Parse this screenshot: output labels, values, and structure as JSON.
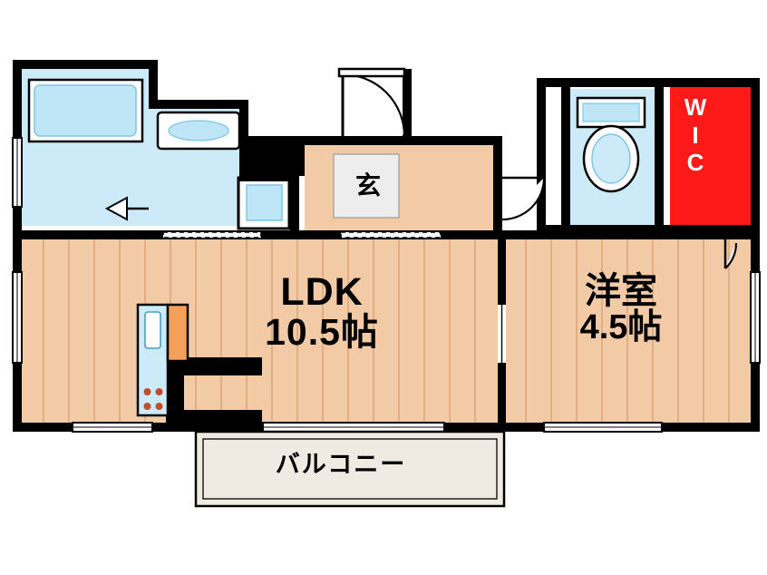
{
  "plan": {
    "title": "apartment-floor-plan",
    "rooms": [
      {
        "id": "ldk",
        "name_line1": "LDK",
        "name_line2": "10.5帖"
      },
      {
        "id": "washitsu",
        "name_line1": "洋室",
        "name_line2": "4.5帖"
      },
      {
        "id": "wic",
        "name": "W\nI\nC",
        "chars": [
          "W",
          "I",
          "C"
        ]
      },
      {
        "id": "genkan",
        "name": "玄"
      },
      {
        "id": "balcony",
        "name": "バルコニー"
      }
    ],
    "labels": {
      "ldk_line1": "LDK",
      "ldk_line2": "10.5帖",
      "washitsu_line1": "洋室",
      "washitsu_line2": "4.5帖",
      "wic_char1": "W",
      "wic_char2": "I",
      "wic_char3": "C",
      "genkan": "玄",
      "balcony": "バルコニー"
    },
    "colors": {
      "wall": "#000000",
      "flooring": "#f2cba6",
      "flooring_line": "#d7a173",
      "water_area": "#cceaf7",
      "wic_fill": "#ff1a1a",
      "genkan_tile": "#ededed",
      "balcony_fill": "#efeae2",
      "background": "#ffffff",
      "kitchen_orange": "#f2a05a"
    }
  }
}
